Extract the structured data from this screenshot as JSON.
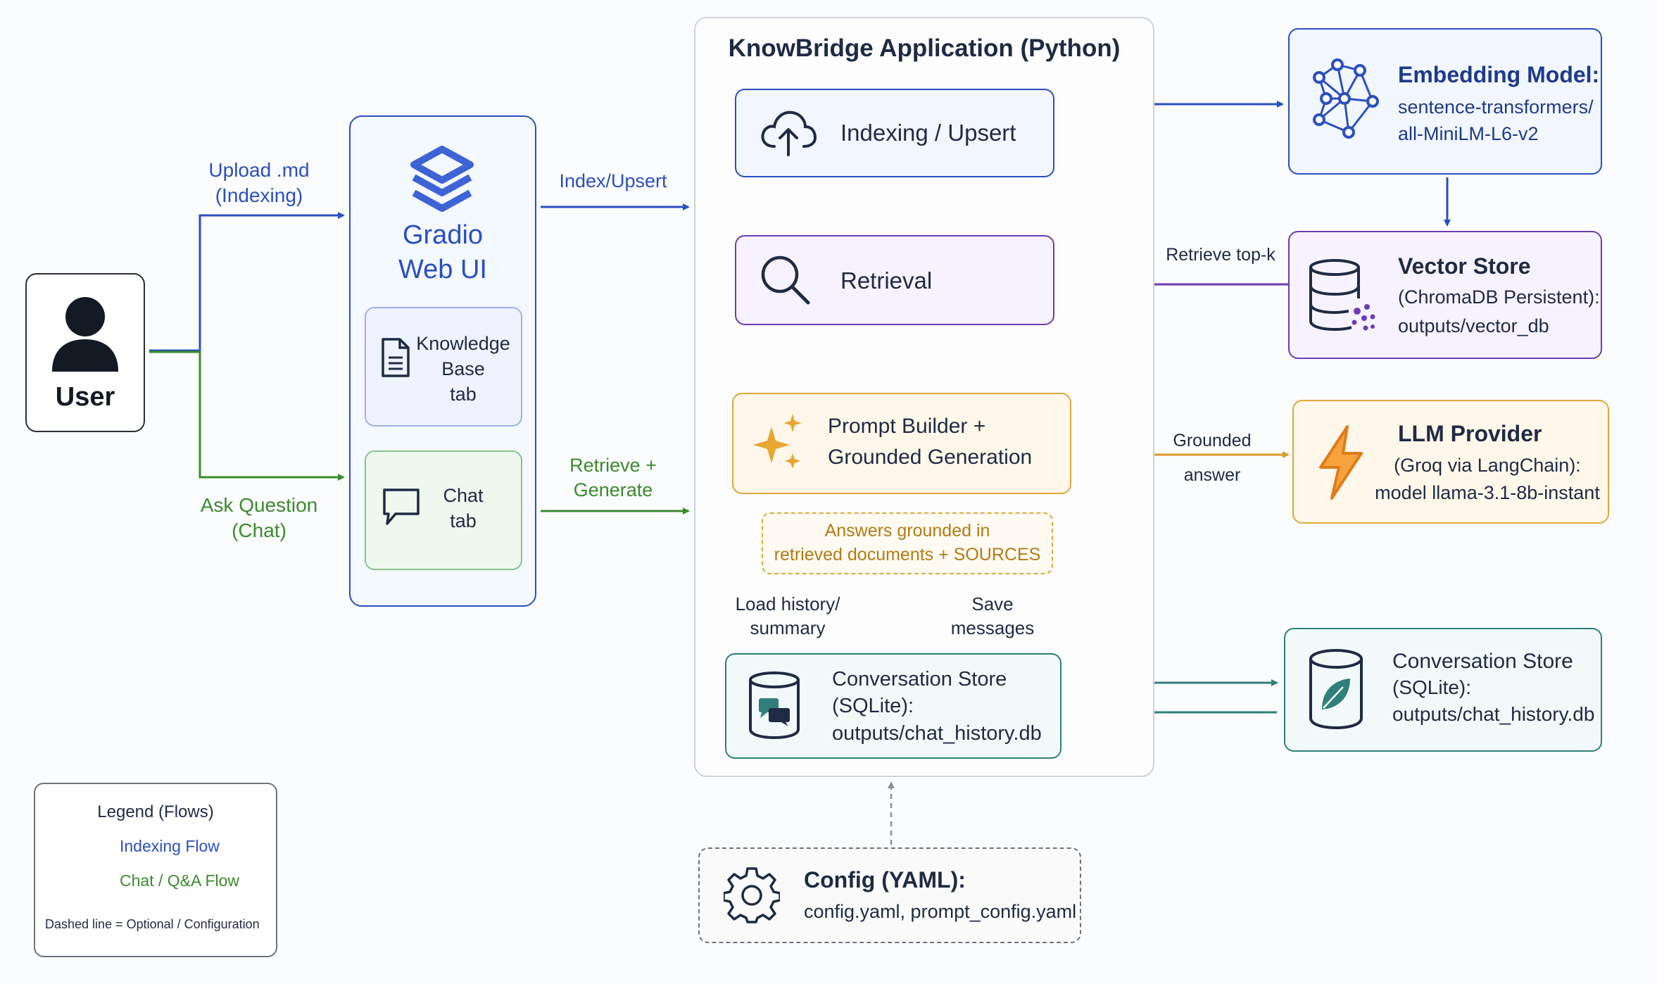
{
  "user": {
    "label": "User"
  },
  "edges": {
    "upload": [
      "Upload .md",
      "(Indexing)"
    ],
    "ask": [
      "Ask Question",
      "(Chat)"
    ],
    "index_upsert": "Index/Upsert",
    "retrieve_generate": [
      "Retrieve +",
      "Generate"
    ],
    "retrieve_topk": "Retrieve top-k",
    "grounded_answer": [
      "Grounded",
      "answer"
    ],
    "load_history": [
      "Load history/",
      "summary"
    ],
    "save_messages": [
      "Save",
      "messages"
    ]
  },
  "gradio": {
    "title": [
      "Gradio",
      "Web UI"
    ],
    "kb_tab": [
      "Knowledge",
      "Base",
      "tab"
    ],
    "chat_tab": [
      "Chat",
      "tab"
    ]
  },
  "app": {
    "title": "KnowBridge Application (Python)",
    "indexing": "Indexing / Upsert",
    "retrieval": "Retrieval",
    "prompt_builder": [
      "Prompt Builder +",
      "Grounded Generation"
    ],
    "grounded_note": [
      "Answers grounded in",
      "retrieved documents + SOURCES"
    ],
    "conv_store": [
      "Conversation Store",
      "(SQLite):",
      "outputs/chat_history.db"
    ]
  },
  "embedding": {
    "title": "Embedding Model:",
    "lines": [
      "sentence-transformers/",
      "all-MiniLM-L6-v2"
    ]
  },
  "vector": {
    "title": "Vector Store",
    "lines": [
      "(ChromaDB Persistent):",
      "outputs/vector_db"
    ]
  },
  "llm": {
    "title": "LLM Provider",
    "lines": [
      "(Groq via LangChain):",
      "model llama-3.1-8b-instant"
    ]
  },
  "conv_ext": {
    "title": "Conversation Store",
    "lines": [
      "(SQLite):",
      "outputs/chat_history.db"
    ]
  },
  "config": {
    "title": "Config (YAML):",
    "line": "config.yaml, prompt_config.yaml"
  },
  "legend": {
    "title": "Legend (Flows)",
    "indexing": "Indexing Flow",
    "chat": "Chat / Q&A Flow",
    "note": "Dashed line = Optional / Configuration"
  },
  "colors": {
    "blue": "#2b4fbf",
    "green": "#3c8a2e",
    "purple": "#6a3db5",
    "orange": "#d99a2b",
    "teal": "#2f7f7a",
    "gray": "#8a8f96",
    "text": "#1f2a44"
  },
  "icons": {
    "user": "user-silhouette-icon",
    "gradio": "gradio-logo-icon",
    "kb": "document-icon",
    "chat": "chat-bubble-icon",
    "indexing": "cloud-upload-icon",
    "retrieval": "magnifier-icon",
    "prompt": "sparkles-icon",
    "embedding": "network-graph-icon",
    "vector": "database-icon",
    "llm": "lightning-icon",
    "conv_store": "database-chat-icon",
    "conv_ext": "database-leaf-icon",
    "config": "gear-icon"
  }
}
